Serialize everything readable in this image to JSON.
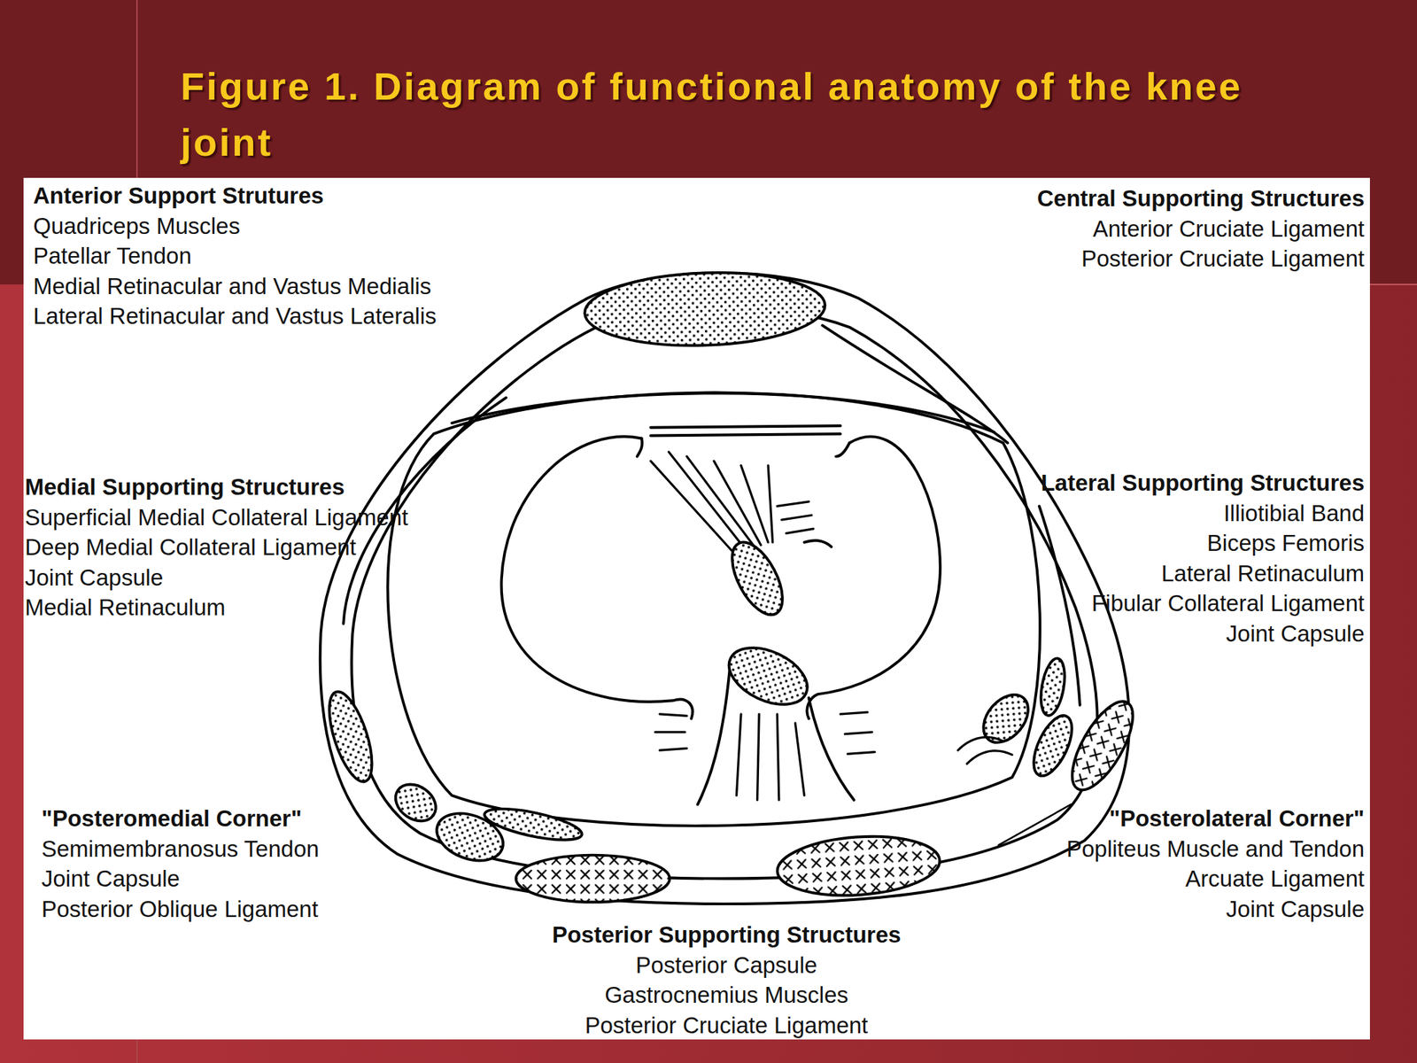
{
  "diagram": {
    "title": "Figure 1. Diagram of functional anatomy of the knee joint",
    "labels": [
      "Anterior Support Strutures",
      "Quadriceps Muscles",
      "Patellar Tendon",
      "Medial Retinacular and Vastus Medialis",
      "Lateral Retinacular and Vastus Lateralis",
      "Central Supporting Structures",
      "Anterior Cruciate Ligament",
      "Posterior Cruciate Ligament",
      "Medial Supporting Structures",
      "Superficial Medial Collateral Ligament",
      "Deep Medial Collateral Ligament",
      "Joint Capsule",
      "Medial Retinaculum",
      "Lateral Supporting Structures",
      "Illiotibial Band",
      "Biceps Femoris",
      "Lateral Retinaculum",
      "Fibular Collateral Ligament",
      "Joint Capsule",
      "\"Posteromedial Corner\"",
      "Semimembranosus Tendon",
      "Joint Capsule",
      "Posterior Oblique Ligament",
      "\"Posterolateral Corner\"",
      "Popliteus Muscle and Tendon",
      "Arcuate Ligament",
      "Joint Capsule",
      "Posterior Supporting Structures",
      "Posterior Capsule",
      "Gastrocnemius Muscles",
      "Posterior Cruciate Ligament"
    ]
  }
}
